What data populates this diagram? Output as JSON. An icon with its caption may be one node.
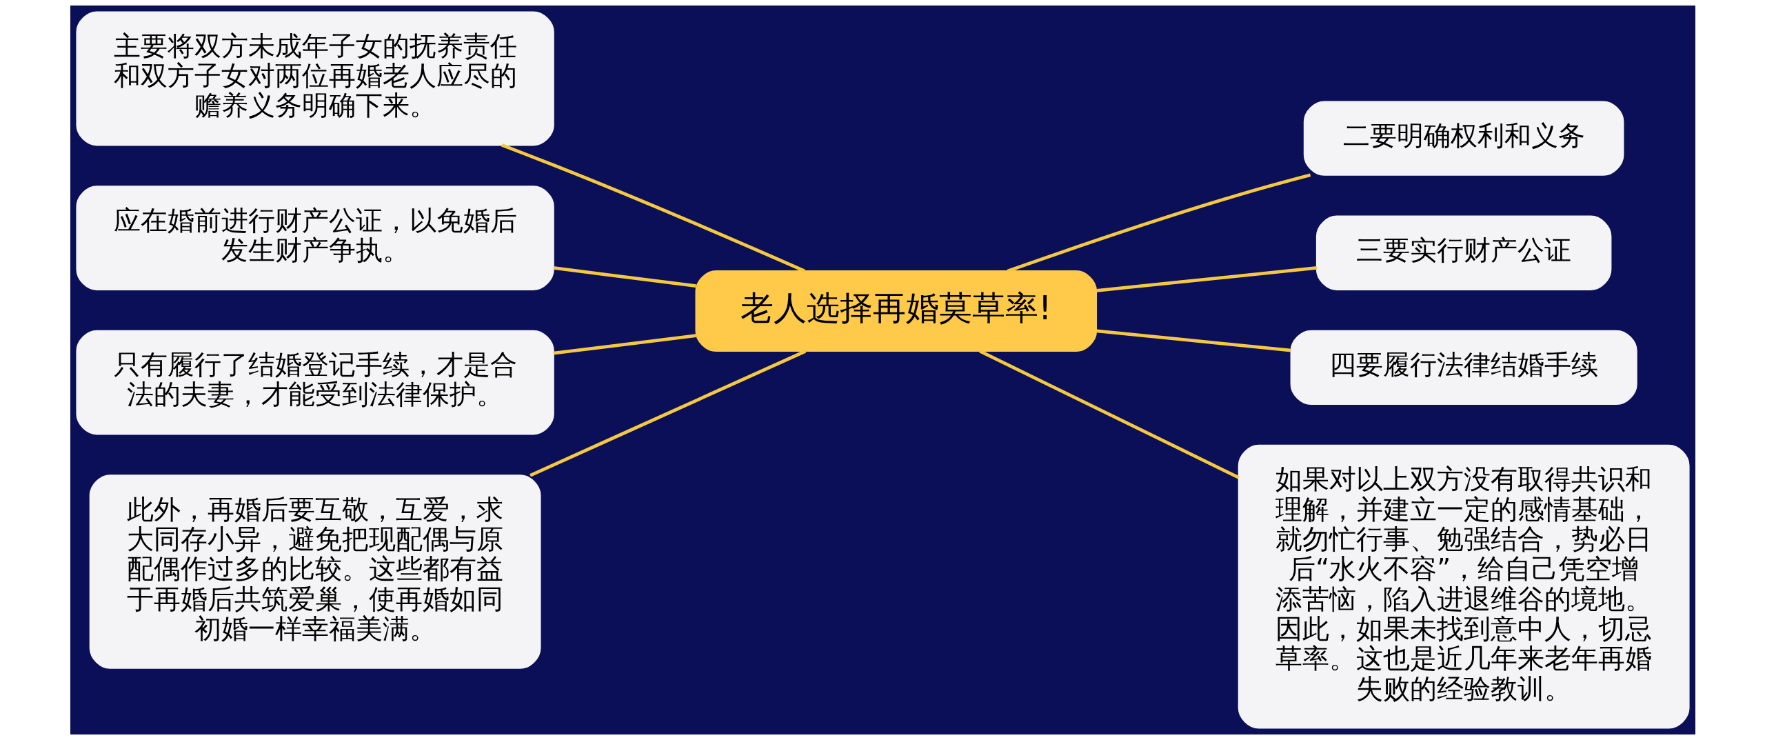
{
  "diagram": {
    "nodes": [
      {
        "text": [
          "老人选择再婚莫草率!"
        ]
      },
      {
        "text": [
          "主要将双方未成年子女的抚养责任和双方子女对两位再婚老人应尽的赡养义务明确下来。"
        ]
      },
      {
        "text": [
          "应在婚前进行财产公证，以免婚后发生财产争执。"
        ]
      },
      {
        "text": [
          "只有履行了结婚登记手续，才是合法的夫妻，才能受到法律保护。"
        ]
      },
      {
        "text": [
          "此外，再婚后要互敬，互爱，求大同存小异，避免把现配偶与原配偶作过多的比较。这些都有益于再婚后共筑爱巢，使再婚如同初婚一样幸福美满。"
        ]
      },
      {
        "text": [
          "二要明确权利和义务"
        ]
      },
      {
        "text": [
          "三要实行财产公证"
        ]
      },
      {
        "text": [
          "四要履行法律结婚手续"
        ]
      },
      {
        "text": [
          "如果对以上双方没有取得共识和理解，并建立一定的感情基础，就勿忙行事、勉强结合，势必日后“水火不容”，给自己凭空增添苦恼，陷入进退维谷的境地。因此，如果未找到意中人，切忌草率。这也是近几年来老年再婚失败的经验教训。"
        ]
      }
    ],
    "edges": [
      {
        "from": 0,
        "to": 1,
        "arrow": "none"
      },
      {
        "from": 0,
        "to": 2,
        "arrow": "none"
      },
      {
        "from": 0,
        "to": 3,
        "arrow": "none"
      },
      {
        "from": 0,
        "to": 4,
        "arrow": "none"
      },
      {
        "from": 0,
        "to": 5,
        "arrow": "none"
      },
      {
        "from": 0,
        "to": 6,
        "arrow": "none"
      },
      {
        "from": 0,
        "to": 7,
        "arrow": "none"
      },
      {
        "from": 0,
        "to": 8,
        "arrow": "none"
      }
    ]
  }
}
